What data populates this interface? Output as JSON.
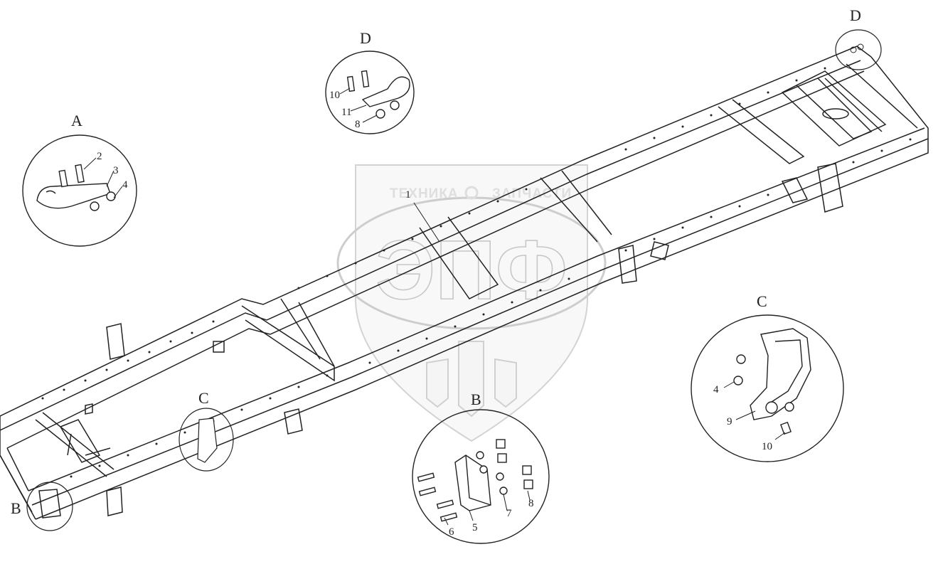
{
  "watermark": {
    "left_word": "ТЕХНИКА",
    "right_word": "ЗАПЧАСТИ",
    "letters": "ЭПФ"
  },
  "views": {
    "A": {
      "title": "A",
      "callouts": [
        "2",
        "3",
        "4"
      ]
    },
    "D_top": {
      "title": "D",
      "callouts": [
        "10",
        "11",
        "8"
      ]
    },
    "D_corner": {
      "title": "D"
    },
    "C_detail": {
      "title": "C",
      "callouts": [
        "4",
        "9",
        "10"
      ]
    },
    "C_frame": {
      "title": "C"
    },
    "B_detail": {
      "title": "B",
      "callouts": [
        "6",
        "5",
        "7",
        "8"
      ]
    },
    "B_frame": {
      "title": "B"
    },
    "frame_callout": "1"
  },
  "colors": {
    "line": "#222222",
    "watermark": "#9a9a9a"
  }
}
